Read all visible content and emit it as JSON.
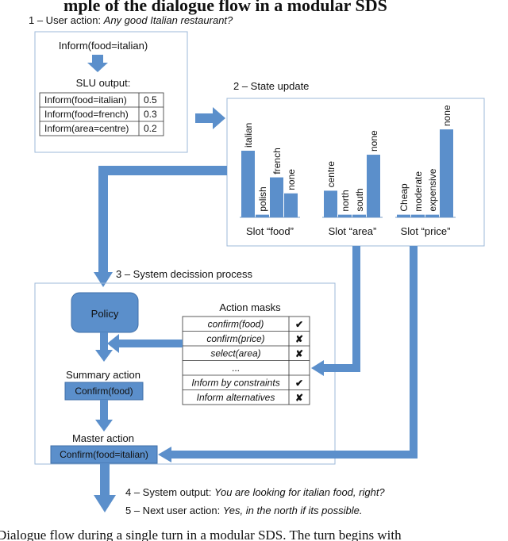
{
  "header": {
    "title_partial": "mple of the dialogue flow in a modular SDS"
  },
  "step1": {
    "prefix": "1 – User action: ",
    "utterance": "Any good Italian restaurant?",
    "inform": "Inform(food=italian)",
    "slu_title": "SLU output:",
    "slu_rows": [
      {
        "act": "Inform(food=italian)",
        "p": "0.5"
      },
      {
        "act": "Inform(food=french)",
        "p": "0.3"
      },
      {
        "act": "Inform(area=centre)",
        "p": "0.2"
      }
    ]
  },
  "step2": {
    "title": "2 – State update",
    "slots": [
      {
        "name": "Slot “food”",
        "labels": [
          "italian",
          "polish",
          "french",
          "none"
        ],
        "values": [
          0.5,
          0.02,
          0.3,
          0.18
        ]
      },
      {
        "name": "Slot “area”",
        "labels": [
          "centre",
          "north",
          "south",
          "none"
        ],
        "values": [
          0.2,
          0.02,
          0.02,
          0.47
        ]
      },
      {
        "name": "Slot “price”",
        "labels": [
          "Cheap",
          "moderate",
          "expensive",
          "none"
        ],
        "values": [
          0.02,
          0.02,
          0.02,
          0.66
        ]
      }
    ]
  },
  "step3": {
    "title": "3 – System decission process",
    "policy": "Policy",
    "masks_title": "Action masks",
    "masks": [
      {
        "action": "confirm(food)",
        "mark": "✔"
      },
      {
        "action": "confirm(price)",
        "mark": "✘"
      },
      {
        "action": "select(area)",
        "mark": "✘"
      },
      {
        "action": "...",
        "mark": ""
      },
      {
        "action": "Inform by constraints",
        "mark": "✔"
      },
      {
        "action": "Inform alternatives",
        "mark": "✘"
      }
    ],
    "summary_label": "Summary action",
    "summary_value": "Confirm(food)",
    "master_label": "Master action",
    "master_value": "Confirm(food=italian)"
  },
  "step4": {
    "prefix": "4 – System output: ",
    "text": "You are looking for italian food, right?"
  },
  "step5": {
    "prefix": "5 – Next user action: ",
    "text": "Yes, in the north if its possible."
  },
  "caption_partial": "Dialogue flow during a single turn in a modular SDS. The turn begins with",
  "colors": {
    "blue": "#5b8fcb",
    "blue_dark": "#3f6fa8",
    "box_border": "#9db8d9"
  }
}
